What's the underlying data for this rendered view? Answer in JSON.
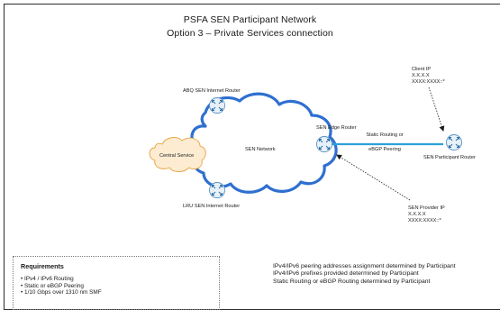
{
  "header": {
    "title": "PSFA SEN Participant Network",
    "subtitle": "Option 3 – Private Services connection"
  },
  "nodes": {
    "abq_router": "ABQ SEN Internet Router",
    "lru_router": "LRU SEN Internet Router",
    "edge_router": "SEN Edge Router",
    "participant_router": "SEN Participant Router",
    "sen_network": "SEN Network",
    "central_service": "Central Service"
  },
  "link": {
    "label_line1": "Static Routing or",
    "label_line2": "eBGP Peering"
  },
  "client_ip": {
    "title": "Client IP",
    "v4": "X.X.X.X",
    "v6": "XXXX:XXXX::*"
  },
  "provider_ip": {
    "title": "SEN Provider IP",
    "v4": "X.X.X.X",
    "v6": "XXXX:XXXX::*"
  },
  "requirements": {
    "title": "Requirements",
    "items": [
      "• IPv4 / IPv6 Routing",
      "• Static or eBGP Peering",
      "• 1/10 Gbps over 1310 nm SMF"
    ]
  },
  "notes": [
    "IPv4/IPv6 peering addresses assignment determined by Participant",
    "IPv4/IPv6 prefixes provided determined by Participant",
    "Static Routing or eBGP Routing determined by Participant"
  ],
  "colors": {
    "link": "#2f9fd8",
    "router_fill": "#e7f1fa",
    "router_stroke": "#5a93c2",
    "cloud_stroke": "#2f6fd0",
    "central_fill": "#fdecd2",
    "central_stroke": "#e8a23c"
  }
}
